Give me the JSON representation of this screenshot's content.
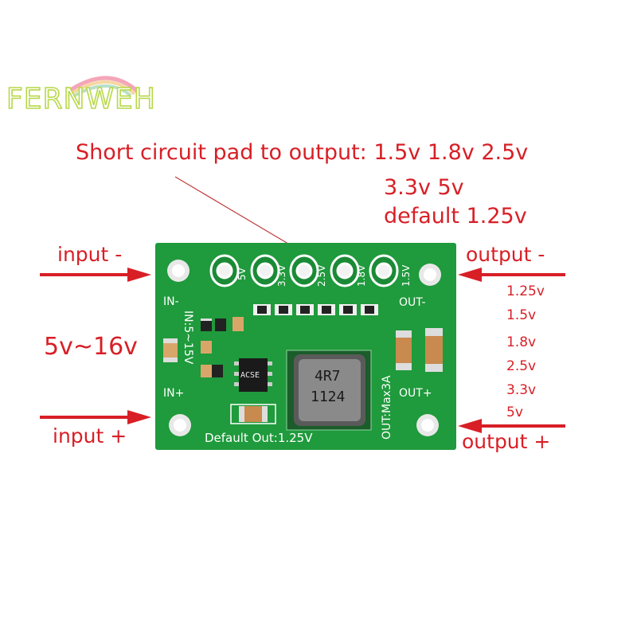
{
  "logo": {
    "text": "FERNWEH"
  },
  "annotations": {
    "headline_line1": "Short circuit pad to output: 1.5v 1.8v 2.5v",
    "headline_line2": "3.3v 5v",
    "headline_line3": "default 1.25v",
    "input_minus": "input -",
    "input_plus": "input +",
    "vin_range": "5v~16v",
    "output_minus": "output -",
    "output_plus": "output +",
    "output_voltages": [
      "1.25v",
      "1.5v",
      "1.8v",
      "2.5v",
      "3.3v",
      "5v"
    ]
  },
  "board": {
    "pad_labels": [
      "5V",
      "3.3V",
      "2.5V",
      "1.8V",
      "1.5V"
    ],
    "in_minus": "IN-",
    "in_plus": "IN+",
    "in_range": "IN:5~15V",
    "out_minus": "OUT-",
    "out_plus": "OUT+",
    "out_max": "OUT:Max3A",
    "default_out": "Default Out:1.25V",
    "inductor_line1": "4R7",
    "inductor_line2": "1124",
    "ic_marking": "ACSE"
  },
  "colors": {
    "annotation_red": "#d81f26",
    "board_green": "#1f9a3c",
    "silkscreen": "#ffffff"
  }
}
